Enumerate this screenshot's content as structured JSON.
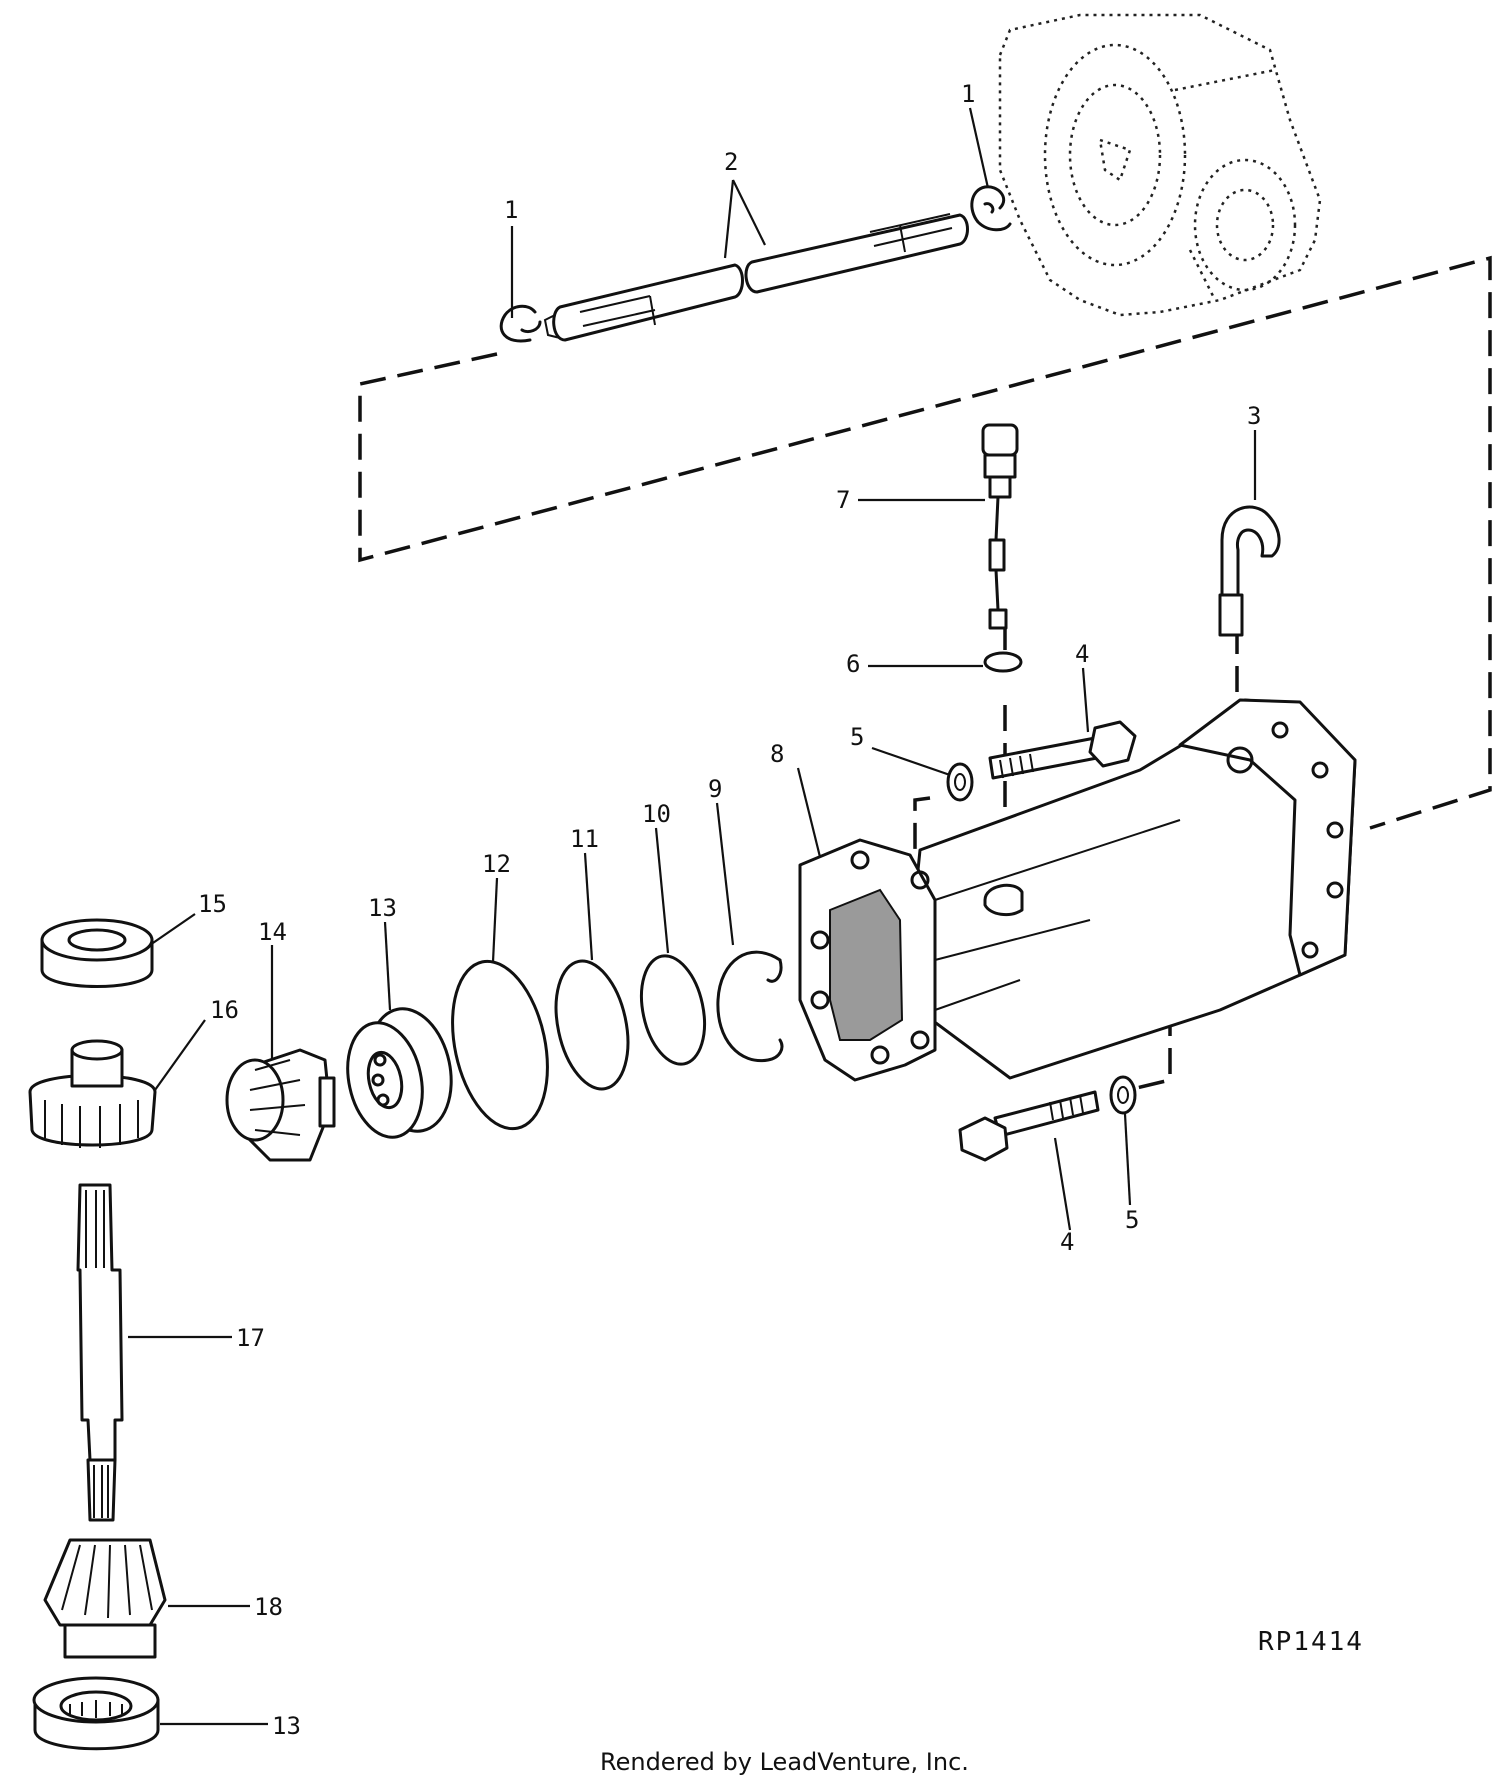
{
  "diagram": {
    "figure_code": "RP1414",
    "credit": "Rendered by LeadVenture, Inc.",
    "callouts": {
      "c1a": "1",
      "c1b": "1",
      "c2": "2",
      "c3": "3",
      "c4a": "4",
      "c4b": "4",
      "c5a": "5",
      "c5b": "5",
      "c6": "6",
      "c7": "7",
      "c8": "8",
      "c9": "9",
      "c10": "10",
      "c11": "11",
      "c12": "12",
      "c13a": "13",
      "c13b": "13",
      "c14": "14",
      "c15": "15",
      "c16": "16",
      "c17": "17",
      "c18": "18"
    }
  }
}
